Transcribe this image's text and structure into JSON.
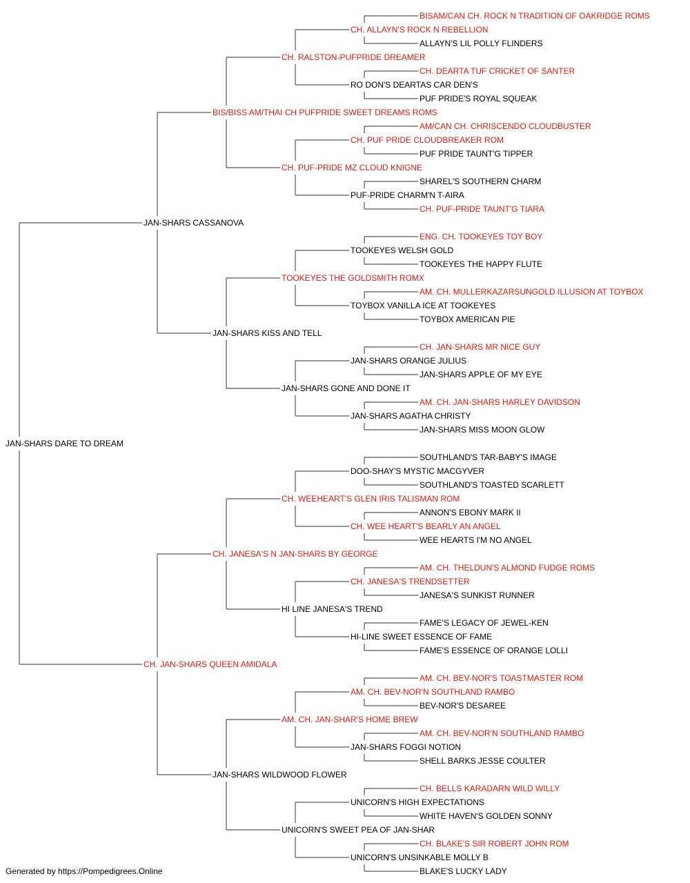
{
  "colors": {
    "normal": "#000000",
    "champion": "#e8190c",
    "line": "#555555"
  },
  "pedigree": {
    "name": "JAN-SHARS DARE TO DREAM",
    "champion": false,
    "sire": {
      "name": "JAN-SHARS CASSANOVA",
      "champion": false,
      "sire": {
        "name": "BIS/BISS AM/THAI CH PUFPRIDE SWEET DREAMS ROMS",
        "champion": true,
        "sire": {
          "name": "CH. RALSTON-PUFPRIDE DREAMER",
          "champion": true,
          "sire": {
            "name": "CH. ALLAYN'S ROCK N REBELLION",
            "champion": true,
            "sire": {
              "name": "BISAM/CAN CH. ROCK N TRADITION OF OAKRIDGE ROMS",
              "champion": true
            },
            "dam": {
              "name": "ALLAYN'S LIL POLLY FLINDERS",
              "champion": false
            }
          },
          "dam": {
            "name": "RO DON'S DEARTAS CAR DEN'S",
            "champion": false,
            "sire": {
              "name": "CH. DEARTA TUF CRICKET OF SANTER",
              "champion": true
            },
            "dam": {
              "name": "PUF PRIDE'S ROYAL SQUEAK",
              "champion": false
            }
          }
        },
        "dam": {
          "name": "CH. PUF-PRIDE MZ CLOUD KNIGNE",
          "champion": true,
          "sire": {
            "name": "CH. PUF PRIDE CLOUDBREAKER ROM",
            "champion": true,
            "sire": {
              "name": "AM/CAN CH. CHRISCENDO CLOUDBUSTER",
              "champion": true
            },
            "dam": {
              "name": "PUF PRIDE TAUNT'G TIPPER",
              "champion": false
            }
          },
          "dam": {
            "name": "PUF-PRIDE CHARM'N T-AIRA",
            "champion": false,
            "sire": {
              "name": "SHAREL'S SOUTHERN CHARM",
              "champion": false
            },
            "dam": {
              "name": "CH. PUF-PRIDE TAUNT'G TIARA",
              "champion": true
            }
          }
        }
      },
      "dam": {
        "name": "JAN-SHARS KISS AND TELL",
        "champion": false,
        "sire": {
          "name": "TOOKEYES THE GOLDSMITH ROMX",
          "champion": true,
          "sire": {
            "name": "TOOKEYES WELSH GOLD",
            "champion": false,
            "sire": {
              "name": "ENG. CH. TOOKEYES TOY BOY",
              "champion": true
            },
            "dam": {
              "name": "TOOKEYES THE HAPPY FLUTE",
              "champion": false
            }
          },
          "dam": {
            "name": "TOYBOX VANILLA ICE AT TOOKEYES",
            "champion": false,
            "sire": {
              "name": "AM. CH. MULLERKAZARSUNGOLD ILLUSION AT TOYBOX",
              "champion": true
            },
            "dam": {
              "name": "TOYBOX AMERICAN PIE",
              "champion": false
            }
          }
        },
        "dam": {
          "name": "JAN-SHARS GONE AND DONE IT",
          "champion": false,
          "sire": {
            "name": "JAN-SHARS ORANGE JULIUS",
            "champion": false,
            "sire": {
              "name": "CH. JAN-SHARS MR NICE GUY",
              "champion": true
            },
            "dam": {
              "name": "JAN-SHARS APPLE OF MY EYE",
              "champion": false
            }
          },
          "dam": {
            "name": "JAN-SHARS AGATHA CHRISTY",
            "champion": false,
            "sire": {
              "name": "AM. CH. JAN-SHARS HARLEY DAVIDSON",
              "champion": true
            },
            "dam": {
              "name": "JAN-SHARS MISS MOON GLOW",
              "champion": false
            }
          }
        }
      }
    },
    "dam": {
      "name": "CH. JAN-SHARS QUEEN AMIDALA",
      "champion": true,
      "sire": {
        "name": "CH. JANESA'S N JAN-SHARS BY GEORGE",
        "champion": true,
        "sire": {
          "name": "CH. WEEHEART'S GLEN IRIS TALISMAN ROM",
          "champion": true,
          "sire": {
            "name": "DOO-SHAY'S MYSTIC MACGYVER",
            "champion": false,
            "sire": {
              "name": "SOUTHLAND'S TAR-BABY'S IMAGE",
              "champion": false
            },
            "dam": {
              "name": "SOUTHLAND'S TOASTED SCARLETT",
              "champion": false
            }
          },
          "dam": {
            "name": "CH. WEE HEART'S BEARLY AN ANGEL",
            "champion": true,
            "sire": {
              "name": "ANNON'S EBONY MARK II",
              "champion": false
            },
            "dam": {
              "name": "WEE HEARTS I'M NO ANGEL",
              "champion": false
            }
          }
        },
        "dam": {
          "name": "HI LINE JANESA'S TREND",
          "champion": false,
          "sire": {
            "name": "CH. JANESA'S TRENDSETTER",
            "champion": true,
            "sire": {
              "name": "AM. CH. THELDUN'S ALMOND FUDGE ROMS",
              "champion": true
            },
            "dam": {
              "name": "JANESA'S SUNKIST RUNNER",
              "champion": false
            }
          },
          "dam": {
            "name": "HI-LINE SWEET ESSENCE OF FAME",
            "champion": false,
            "sire": {
              "name": "FAME'S LEGACY OF JEWEL-KEN",
              "champion": false
            },
            "dam": {
              "name": "FAME'S ESSENCE OF ORANGE LOLLI",
              "champion": false
            }
          }
        }
      },
      "dam": {
        "name": "JAN-SHARS WILDWOOD FLOWER",
        "champion": false,
        "sire": {
          "name": "AM. CH. JAN-SHAR'S HOME BREW",
          "champion": true,
          "sire": {
            "name": "AM. CH. BEV-NOR'N SOUTHLAND RAMBO",
            "champion": true,
            "sire": {
              "name": "AM. CH. BEV-NOR'S TOASTMASTER ROM",
              "champion": true
            },
            "dam": {
              "name": "BEV-NOR'S DESAREE",
              "champion": false
            }
          },
          "dam": {
            "name": "JAN-SHARS FOGGI NOTION",
            "champion": false,
            "sire": {
              "name": "AM. CH. BEV-NOR'N SOUTHLAND RAMBO",
              "champion": true
            },
            "dam": {
              "name": "SHELL BARKS JESSE COULTER",
              "champion": false
            }
          }
        },
        "dam": {
          "name": "UNICORN'S SWEET PEA OF JAN-SHAR",
          "champion": false,
          "sire": {
            "name": "UNICORN'S HIGH EXPECTATIONS",
            "champion": false,
            "sire": {
              "name": "CH. BELLS KARADARN WILD WILLY",
              "champion": true
            },
            "dam": {
              "name": "WHITE HAVEN'S GOLDEN SONNY",
              "champion": false
            }
          },
          "dam": {
            "name": "UNICORN'S UNSINKABLE MOLLY B",
            "champion": false,
            "sire": {
              "name": "CH. BLAKE'S SIR ROBERT JOHN ROM",
              "champion": true
            },
            "dam": {
              "name": "BLAKE'S LUCKY LADY",
              "champion": false
            }
          }
        }
      }
    }
  },
  "footer": "Generated by https://Pompedigrees.Online"
}
